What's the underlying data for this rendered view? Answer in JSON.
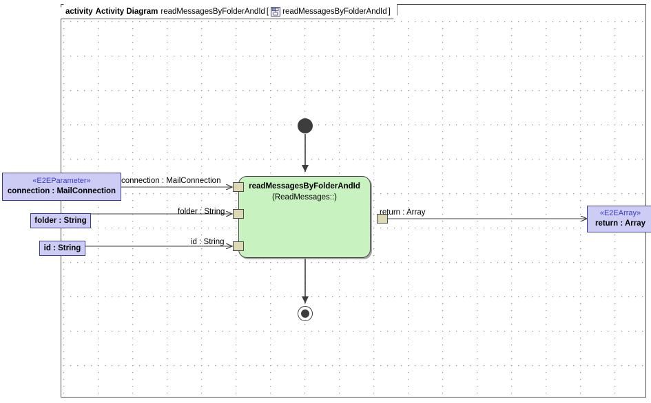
{
  "frame": {
    "keyword": "activity",
    "type_label": "Activity Diagram",
    "name": "readMessagesByFolderAndId",
    "bracket_open": "[",
    "icon": "activity-diagram-icon",
    "qualified_name": "readMessagesByFolderAndId",
    "bracket_close": "]"
  },
  "action": {
    "name": "readMessagesByFolderAndId",
    "owner": "(ReadMessages::)",
    "fill_color": "#c8f2c0",
    "border_color": "#4a4a4a"
  },
  "nodes": {
    "initial_node": "initial-node",
    "final_node": "activity-final-node"
  },
  "inputs": [
    {
      "stereotype": "«E2EParameter»",
      "label": "connection : MailConnection",
      "edge_label": "connection : MailConnection",
      "pin": "input-pin-connection"
    },
    {
      "stereotype": "",
      "label": "folder : String",
      "edge_label": "folder : String",
      "pin": "input-pin-folder"
    },
    {
      "stereotype": "",
      "label": "id : String",
      "edge_label": "id : String",
      "pin": "input-pin-id"
    }
  ],
  "output": {
    "stereotype": "«E2EArray»",
    "label": "return : Array",
    "edge_label": "return : Array",
    "pin": "output-pin-return"
  },
  "colors": {
    "parameter_fill": "#ccccf5",
    "parameter_border": "#3b3b8f",
    "stereotype_text": "#3b3bc8",
    "pin_fill": "#ded9b5",
    "node_fill": "#3d3d3d",
    "grid_dot": "#9a9a9a"
  }
}
